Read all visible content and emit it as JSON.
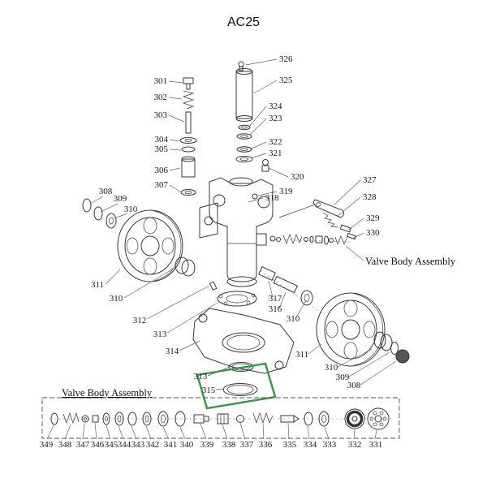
{
  "title": "AC25",
  "diagram": {
    "highlight_color": "#2f9e41",
    "annotations": {
      "valve_body_right": "Valve Body Assembly",
      "valve_body_bottom": "Valve Body Assembly"
    },
    "labels": {
      "top_ram": [
        "326",
        "325",
        "324",
        "323",
        "322",
        "321",
        "320",
        "319",
        "318"
      ],
      "left_stack": [
        "301",
        "302",
        "303",
        "304",
        "305",
        "306",
        "307"
      ],
      "left_wheel": [
        "308",
        "309",
        "310",
        "311",
        "310"
      ],
      "lever": [
        "327",
        "328",
        "329",
        "330"
      ],
      "center_lower": [
        "312",
        "313",
        "314",
        "313",
        "315"
      ],
      "shaft": [
        "317",
        "316",
        "310"
      ],
      "right_wheel": [
        "311",
        "310",
        "309",
        "308"
      ],
      "bottom_row": [
        "349",
        "348",
        "347",
        "346",
        "345",
        "344",
        "343",
        "342",
        "341",
        "340",
        "339",
        "338",
        "337",
        "336",
        "335",
        "334",
        "333",
        "332",
        "331"
      ]
    }
  }
}
